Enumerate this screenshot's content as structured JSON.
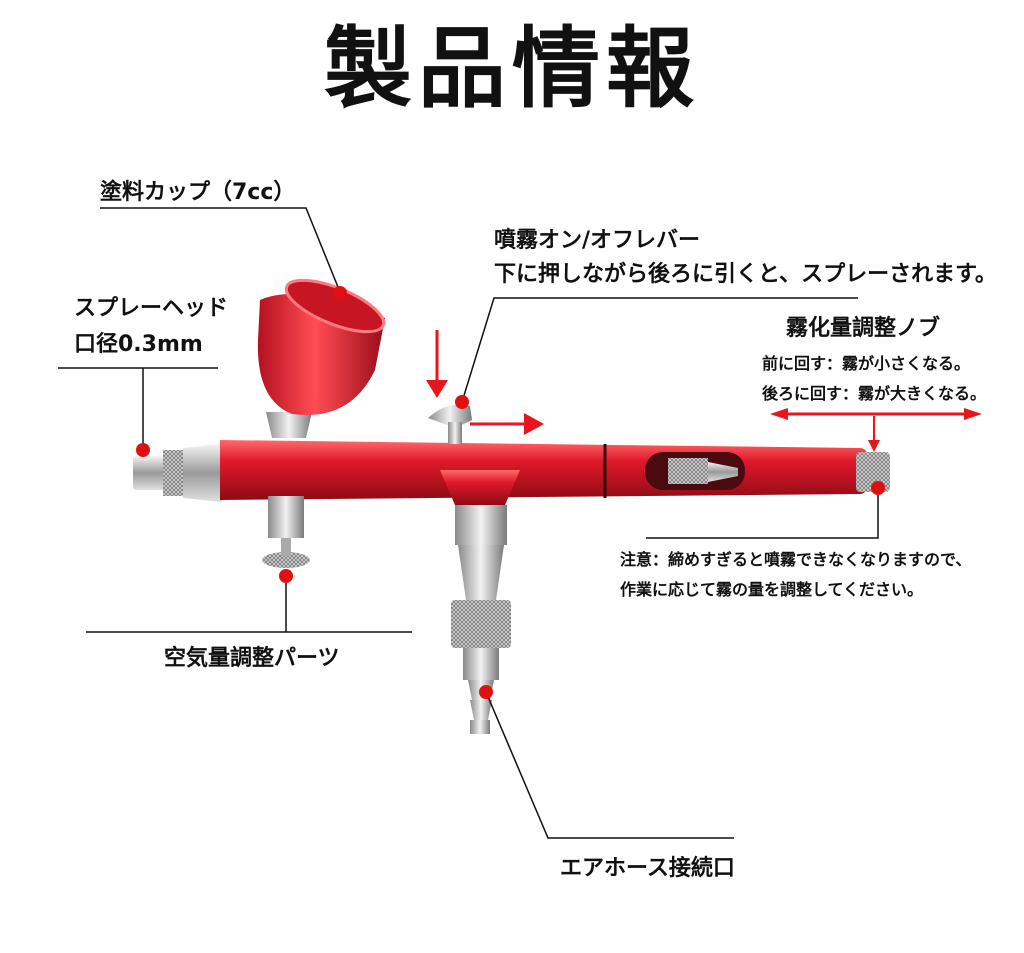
{
  "title": "製品情報",
  "labels": {
    "paint_cup": "塗料カップ（7cc）",
    "spray_head_line1": "スプレーヘッド",
    "spray_head_line2": "口径0.3mm",
    "trigger_line1": "噴霧オン/オフレバー",
    "trigger_line2": "下に押しながら後ろに引くと、スプレーされます。",
    "knob_title": "霧化量調整ノブ",
    "knob_line1": "前に回す：霧が小さくなる。",
    "knob_line2": "後ろに回す：霧が大きくなる。",
    "note_line1": "注意：締めすぎると噴霧できなくなりますので、",
    "note_line2": "作業に応じて霧の量を調整してください。",
    "air_adjust": "空気量調整パーツ",
    "hose": "エアホース接続口"
  },
  "colors": {
    "body_red": "#e0192a",
    "body_dark": "#a80f1c",
    "marker_red": "#e01010",
    "arrow_red": "#e8141e",
    "chrome": "#c8c8c8"
  }
}
